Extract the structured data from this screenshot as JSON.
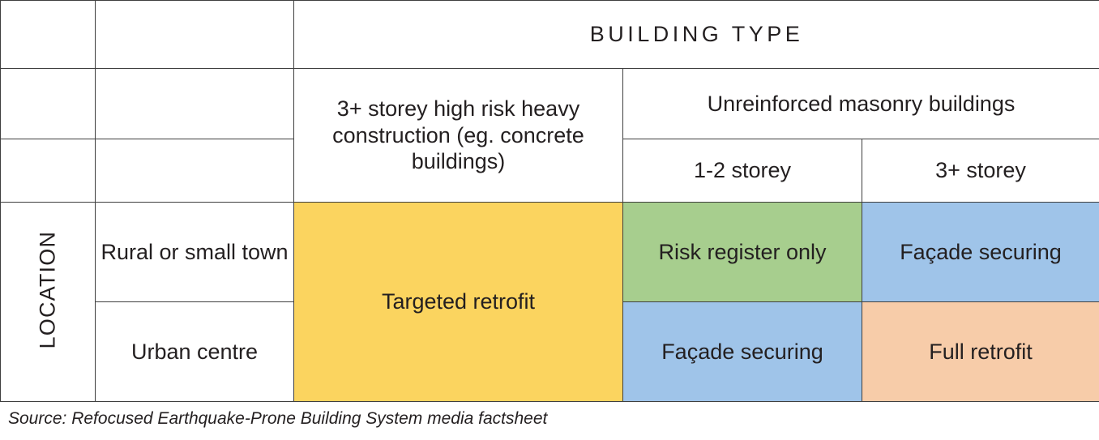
{
  "table": {
    "banner": "BUILDING TYPE",
    "axis_label": "LOCATION",
    "column_groups": [
      {
        "label": "3+ storey high risk heavy construction (eg. concrete buildings)",
        "sub": []
      },
      {
        "label": "Unreinforced masonry buildings",
        "sub": [
          "1-2 storey",
          "3+ storey"
        ]
      }
    ],
    "sub_headers": {
      "urm_1_2": "1-2 storey",
      "urm_3plus": "3+ storey"
    },
    "rows": [
      {
        "label": "Rural or small town",
        "cells": [
          {
            "text": "Targeted retrofit",
            "color": "#FBD45F",
            "rowspan": 2
          },
          {
            "text": "Risk register only",
            "color": "#A7CE8E"
          },
          {
            "text": "Façade securing",
            "color": "#9FC4E9"
          }
        ]
      },
      {
        "label": "Urban centre",
        "cells": [
          {
            "text": "Façade securing",
            "color": "#9FC4E9"
          },
          {
            "text": "Full retrofit",
            "color": "#F7CCA9"
          }
        ]
      }
    ]
  },
  "caption": "Source: Refocused Earthquake-Prone Building System media factsheet",
  "colors": {
    "banner_navy": "#13294B",
    "yellow": "#FBD45F",
    "green": "#A7CE8E",
    "blue": "#9FC4E9",
    "peach": "#F7CCA9",
    "border": "#3f3f3f",
    "text": "#231f20",
    "background": "#ffffff"
  }
}
